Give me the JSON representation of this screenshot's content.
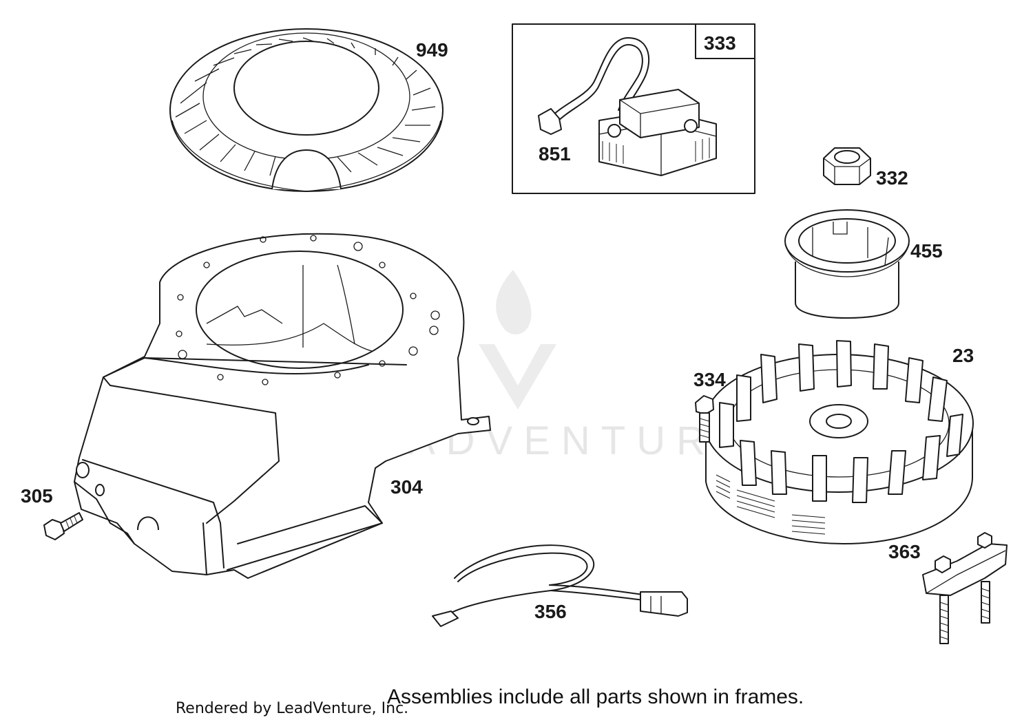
{
  "parts": [
    {
      "id": "p949",
      "label": "949"
    },
    {
      "id": "p333",
      "label": "333"
    },
    {
      "id": "p851",
      "label": "851"
    },
    {
      "id": "p332",
      "label": "332"
    },
    {
      "id": "p455",
      "label": "455"
    },
    {
      "id": "p23",
      "label": "23"
    },
    {
      "id": "p334",
      "label": "334"
    },
    {
      "id": "p305",
      "label": "305"
    },
    {
      "id": "p304",
      "label": "304"
    },
    {
      "id": "p356",
      "label": "356"
    },
    {
      "id": "p363",
      "label": "363"
    }
  ],
  "footer": {
    "credit": "Rendered by LeadVenture, Inc.",
    "note": "Assemblies include all parts shown in frames."
  },
  "watermark": {
    "text": "LEADVENTURE",
    "color": "#e6e6e6"
  }
}
